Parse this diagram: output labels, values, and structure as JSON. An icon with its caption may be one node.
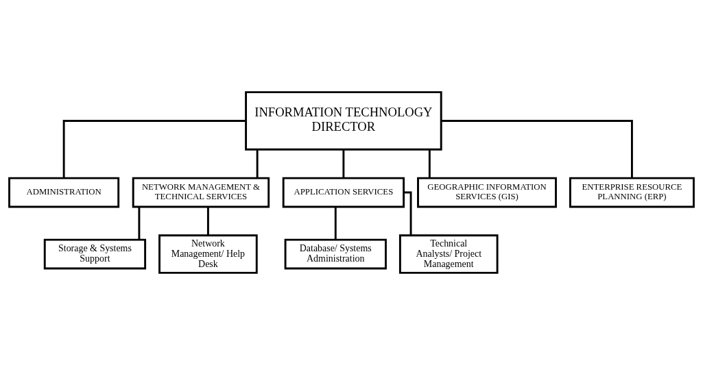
{
  "diagram": {
    "nodes": [
      {
        "text": [
          "INFORMATION TECHNOLOGY DIRECTOR"
        ]
      },
      {
        "text": [
          "ADMINISTRATION"
        ]
      },
      {
        "text": [
          "NETWORK MANAGEMENT & TECHNICAL SERVICES"
        ]
      },
      {
        "text": [
          "APPLICATION SERVICES"
        ]
      },
      {
        "text": [
          "GEOGRAPHIC INFORMATION SERVICES (GIS)"
        ]
      },
      {
        "text": [
          "ENTERPRISE RESOURCE PLANNING (ERP)"
        ]
      },
      {
        "text": [
          "Storage & Systems Support"
        ]
      },
      {
        "text": [
          "Network Management/ Help Desk"
        ]
      },
      {
        "text": [
          "Database/ Systems Administration"
        ]
      },
      {
        "text": [
          "Technical Analysts/ Project Management"
        ]
      }
    ],
    "edges": [
      {
        "from": 0,
        "to": 1,
        "arrow": "none"
      },
      {
        "from": 0,
        "to": 2,
        "arrow": "none"
      },
      {
        "from": 0,
        "to": 3,
        "arrow": "none"
      },
      {
        "from": 0,
        "to": 4,
        "arrow": "none"
      },
      {
        "from": 0,
        "to": 5,
        "arrow": "none"
      },
      {
        "from": 2,
        "to": 6,
        "arrow": "none"
      },
      {
        "from": 2,
        "to": 7,
        "arrow": "none"
      },
      {
        "from": 3,
        "to": 8,
        "arrow": "none"
      },
      {
        "from": 3,
        "to": 9,
        "arrow": "none"
      }
    ]
  }
}
